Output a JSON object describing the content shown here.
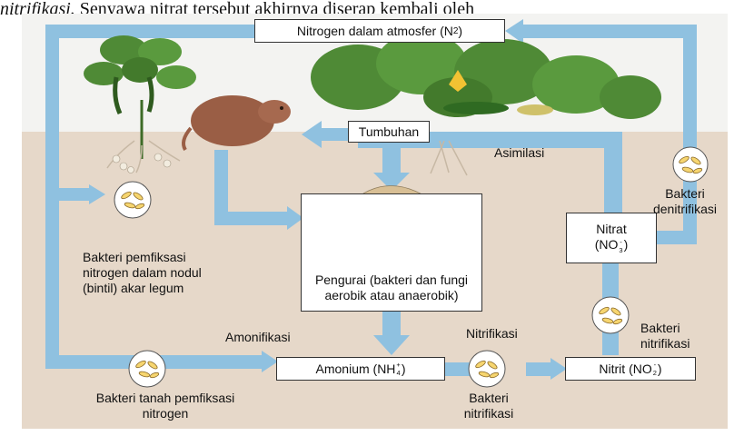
{
  "header_text": {
    "italic": "nitrifikasi.",
    "rest": " Senyawa nitrat tersebut akhirnya diserap kembali oleh"
  },
  "colors": {
    "arrow": "#8fc1e0",
    "soil": "#e6d8c9",
    "sky": "#f3f3f1",
    "bacteria_fill": "#f6d56f",
    "leaf": "#4f8a36",
    "mole": "#9a5e45",
    "mushroom": "#ead6b7"
  },
  "nodes": {
    "atmosphere": "Nitrogen dalam atmosfer (N",
    "atmosphere_sub": "2",
    "atmosphere_end": " )",
    "plants": "Tumbuhan",
    "decomposer": "Pengurai (bakteri dan fungi aerobik atau anaerobik)",
    "ammonium_pre": "Amonium (NH",
    "ammonium_sub": "4",
    "ammonium_sup": "+",
    "ammonium_end": ")",
    "nitrite_pre": "Nitrit (NO",
    "nitrite_sub": "2",
    "nitrite_sup": "-",
    "nitrite_end": ")",
    "nitrate_title": "Nitrat",
    "nitrate_pre": "(NO",
    "nitrate_sub": "3",
    "nitrate_sup": "-",
    "nitrate_end": ")"
  },
  "labels": {
    "assimilation": "Asimilasi",
    "denitrifying": "Bakteri denitrifikasi",
    "nodule_bacteria": "Bakteri pemfiksasi nitrogen dalam nodul (bintil) akar legum",
    "ammonification": "Amonifikasi",
    "nitrification": "Nitrifikasi",
    "nitrifying_right": "Bakteri nitrifikasi",
    "nitrifying_bottom": "Bakteri nitrifikasi",
    "soil_bacteria": "Bakteri tanah pemfiksasi nitrogen"
  },
  "icons": [
    "legume-plant-icon",
    "mole-icon",
    "squash-plant-icon",
    "mushroom-icon",
    "bacteria-icon"
  ]
}
